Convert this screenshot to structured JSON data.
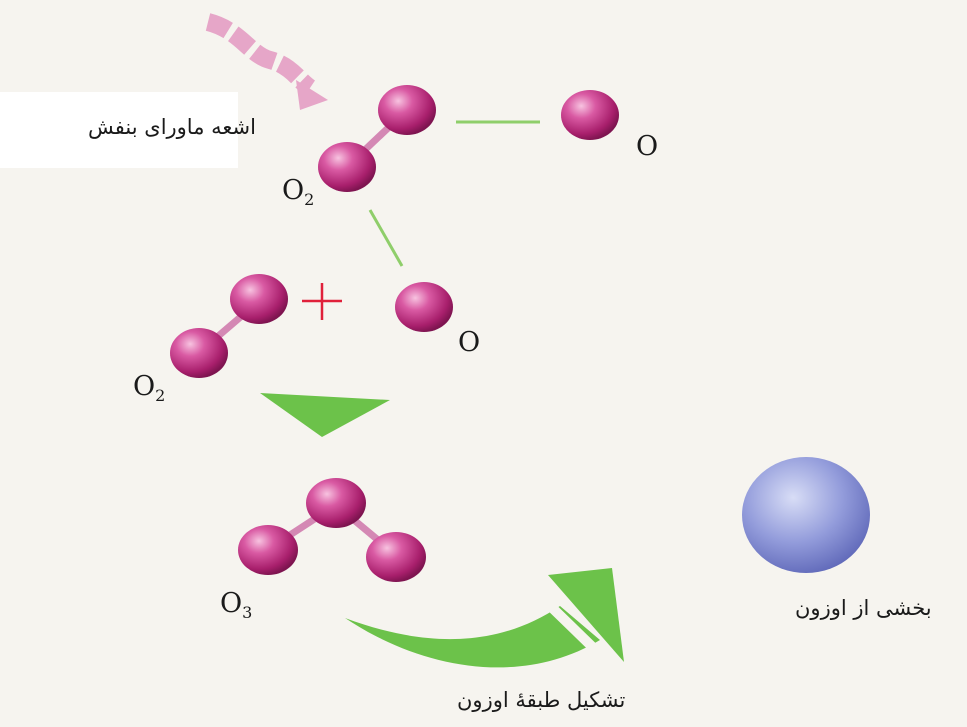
{
  "labels": {
    "uv": "اشعه ماورای بنفش",
    "ozone_part": "بخشی از اوزون",
    "ozone_layer": "تشکیل طبقهٔ اوزون"
  },
  "chem": {
    "o2_top": {
      "base": "O",
      "sub": "2"
    },
    "o_top": "O",
    "o2_mid": {
      "base": "O",
      "sub": "2"
    },
    "o_mid": "O",
    "o3": {
      "base": "O",
      "sub": "3"
    },
    "plus": "+"
  },
  "colors": {
    "atom": "#c0307f",
    "atom_highlight": "#f2a6d2",
    "bond": "#d488b4",
    "green": "#6cc24a",
    "plus": "#e0203a",
    "uv_arrow": "#e6a6c8",
    "ozone_sphere": "#8a93d6"
  }
}
